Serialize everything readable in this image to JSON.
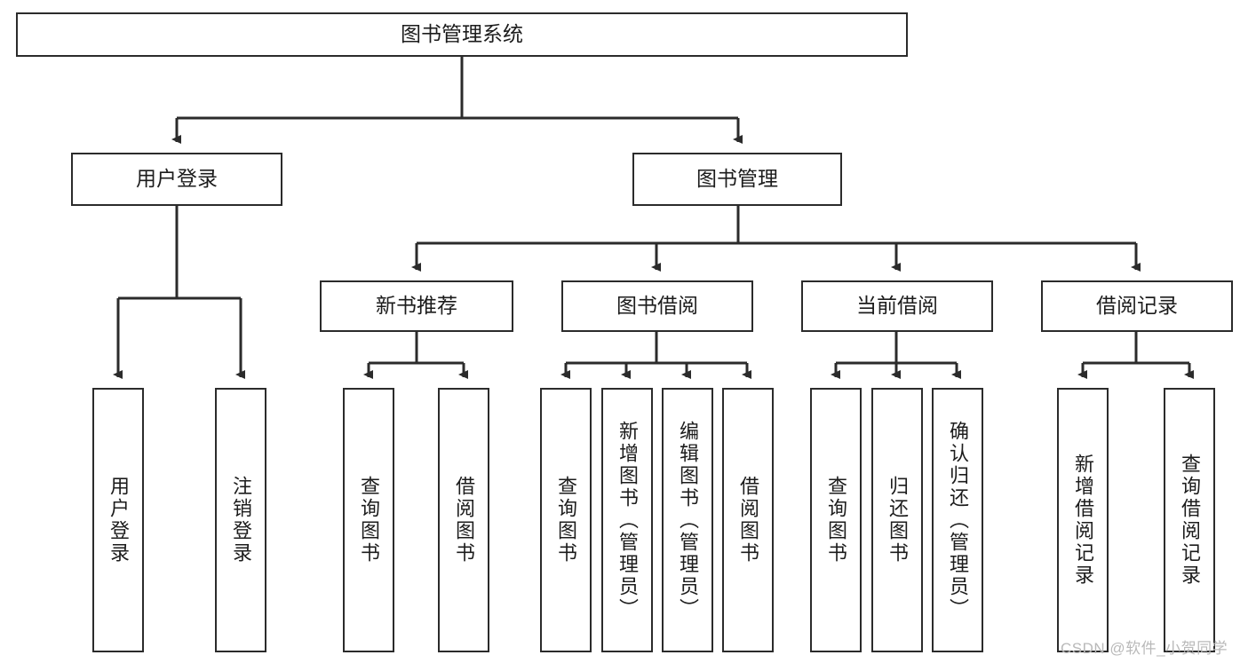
{
  "diagram": {
    "title": "图书管理系统",
    "type": "tree",
    "watermark": "CSDN @软件_小贺同学",
    "colors": {
      "stroke": "#2b2b2b",
      "node_fill": "#ffffff",
      "text": "#1c1c1c",
      "watermark": "#b9b9b9",
      "background": "#ffffff"
    },
    "root": {
      "label": "图书管理系统"
    },
    "level1": [
      {
        "label": "用户登录"
      },
      {
        "label": "图书管理"
      }
    ],
    "level2": [
      {
        "label": "新书推荐",
        "parent": "图书管理"
      },
      {
        "label": "图书借阅",
        "parent": "图书管理"
      },
      {
        "label": "当前借阅",
        "parent": "图书管理"
      },
      {
        "label": "借阅记录",
        "parent": "图书管理"
      }
    ],
    "leaves": [
      {
        "label": "用户登录",
        "parent": "用户登录"
      },
      {
        "label": "注销登录",
        "parent": "用户登录"
      },
      {
        "label": "查询图书",
        "parent": "新书推荐"
      },
      {
        "label": "借阅图书",
        "parent": "新书推荐"
      },
      {
        "label": "查询图书",
        "parent": "图书借阅"
      },
      {
        "label": "新增图书（管理员）",
        "parent": "图书借阅"
      },
      {
        "label": "编辑图书（管理员）",
        "parent": "图书借阅"
      },
      {
        "label": "借阅图书",
        "parent": "图书借阅"
      },
      {
        "label": "查询图书",
        "parent": "当前借阅"
      },
      {
        "label": "归还图书",
        "parent": "当前借阅"
      },
      {
        "label": "确认归还（管理员）",
        "parent": "当前借阅"
      },
      {
        "label": "新增借阅记录",
        "parent": "借阅记录"
      },
      {
        "label": "查询借阅记录",
        "parent": "借阅记录"
      }
    ]
  }
}
